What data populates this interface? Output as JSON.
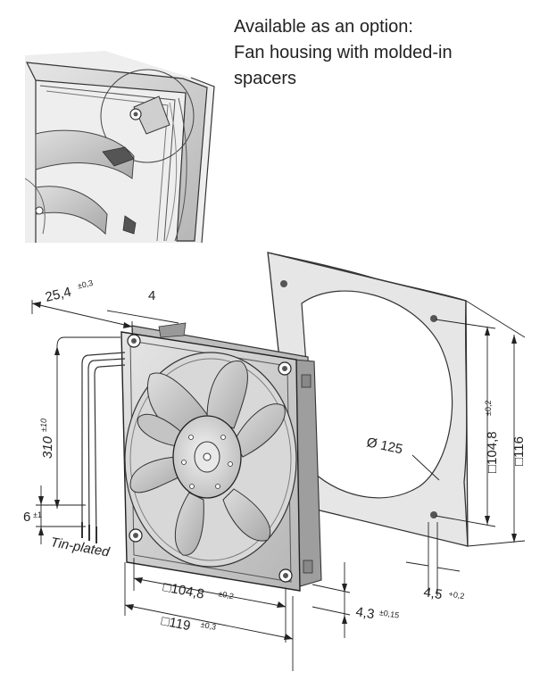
{
  "caption": {
    "line1": "Available as an option:",
    "line2": "Fan housing with molded-in",
    "line3": "spacers"
  },
  "dimensions": {
    "depth": "25,4",
    "depth_tol": "±0,3",
    "spacer": "4",
    "cable_length": "310",
    "cable_tol": "±10",
    "strip_length": "6",
    "strip_tol": "±1",
    "tin_plated": "Tin-plated",
    "hole_spacing": "□104,8",
    "hole_spacing_tol": "±0,2",
    "overall_width": "□119",
    "overall_width_tol": "±0,3",
    "flange": "4,3",
    "flange_tol": "±0,15",
    "hole_dia": "4,5",
    "hole_dia_tol": "+0,2",
    "gasket_diameter": "Ø 125",
    "gasket_spacing": "□104,8",
    "gasket_spacing_tol": "±0,2",
    "gasket_size": "□116"
  },
  "colors": {
    "line": "#2a2a2a",
    "housing": "#d9d9d9",
    "housing_dark": "#a8a8a8",
    "blade": "#c8c8c8",
    "gasket": "#e4e4e4"
  }
}
